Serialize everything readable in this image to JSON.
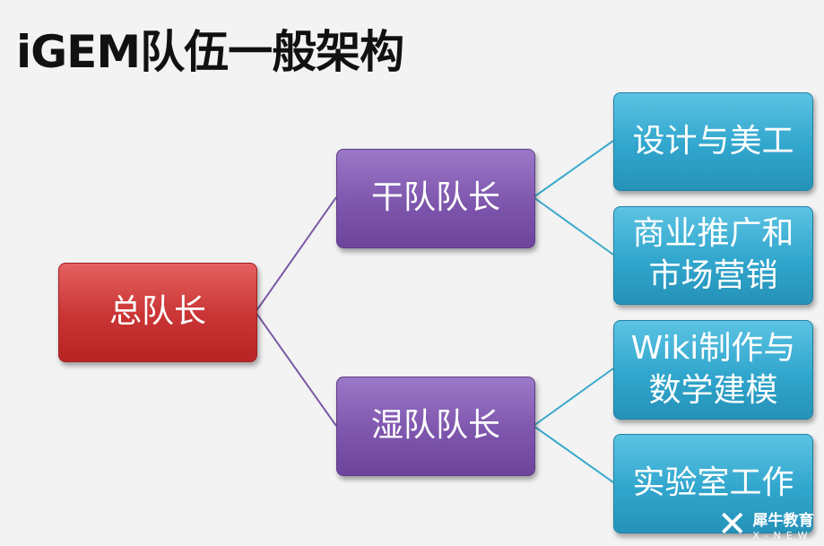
{
  "title": "iGEM队伍一般架构",
  "root": {
    "label": "总队长"
  },
  "teams": [
    {
      "label": "干队队长",
      "children": [
        "设计与美工",
        "商业推广和市场营销"
      ]
    },
    {
      "label": "湿队队长",
      "children": [
        "Wiki制作与数学建模",
        "实验室工作"
      ]
    }
  ],
  "child_display": [
    "设计与美工",
    "商业推广和\n市场营销",
    "Wiki制作与\n数学建模",
    "实验室工作"
  ],
  "watermark": {
    "name": "犀牛教育",
    "sub": "X-NEW"
  },
  "colors": {
    "root": "#c93434",
    "team": "#7e56ad",
    "child": "#31a6cd",
    "team_line": "#7b5aa6",
    "child_line": "#3aa9cc"
  }
}
